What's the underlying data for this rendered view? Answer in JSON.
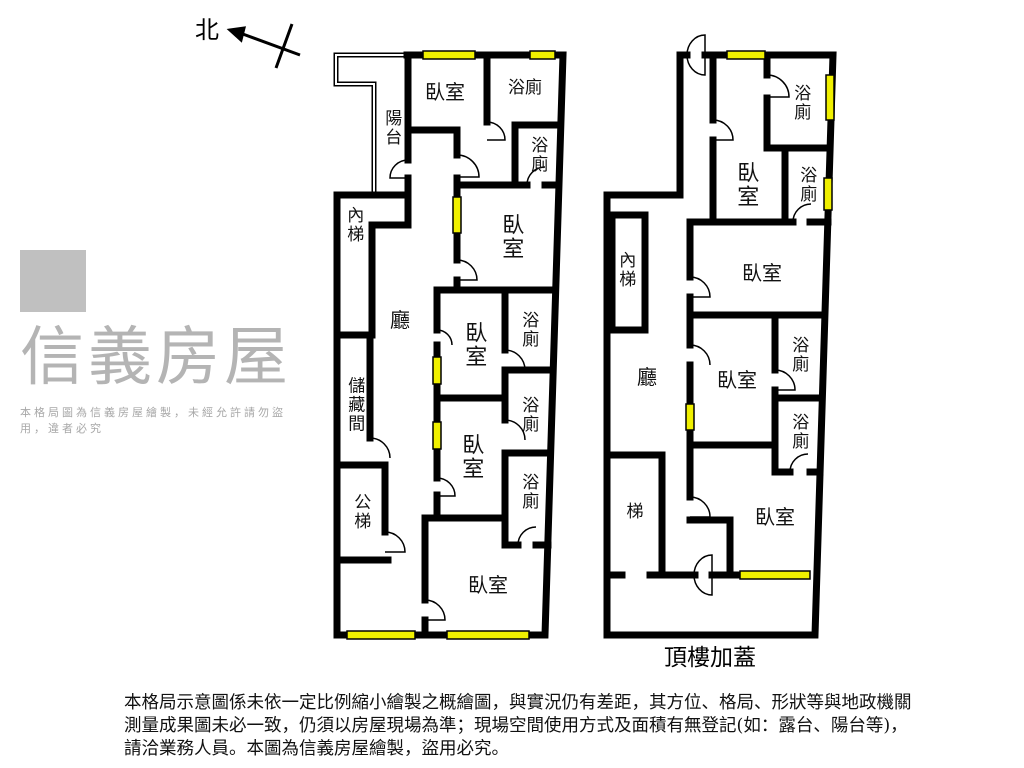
{
  "north_label": "北",
  "left_plan": {
    "rooms": [
      "臥室",
      "浴廁",
      "陽台",
      "浴廁",
      "內梯",
      "臥室",
      "廳",
      "臥室",
      "浴廁",
      "儲藏間",
      "浴廁",
      "臥室",
      "公梯",
      "浴廁",
      "臥室"
    ]
  },
  "right_plan": {
    "rooms": [
      "浴廁",
      "臥室",
      "浴廁",
      "內梯",
      "臥室",
      "浴廁",
      "臥室",
      "廳",
      "浴廁",
      "梯",
      "臥室"
    ],
    "caption": "頂樓加蓋"
  },
  "watermark": {
    "brand": "信義房屋",
    "notice": "本格局圖為信義房屋繪製，未經允許請勿盜用，違者必究"
  },
  "disclaimer": "本格局示意圖係未依一定比例縮小繪製之概繪圖，與實況仍有差距，其方位、格局、形狀等與地政機關測量成果圖未必一致，仍須以房屋現場為準；現場空間使用方式及面積有無登記(如：露台、陽台等)，請洽業務人員。本圖為信義房屋繪製，盜用必究。",
  "colors": {
    "wall": "#000000",
    "window": "#f0f000",
    "watermark": "#808080"
  }
}
